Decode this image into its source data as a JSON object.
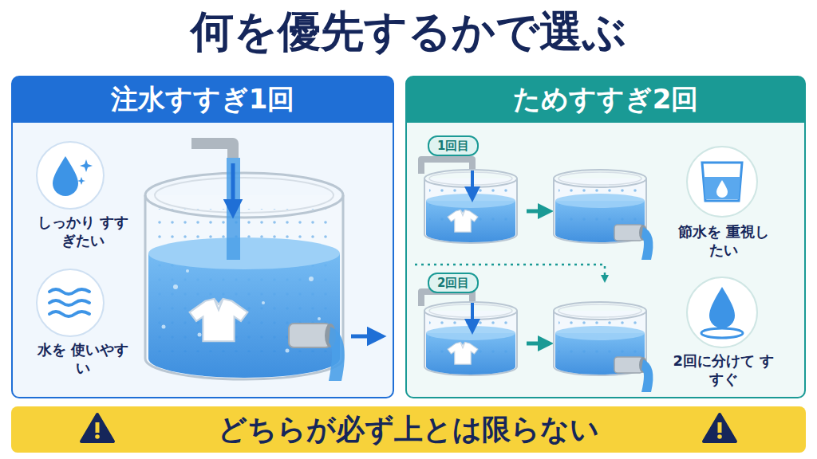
{
  "diagram": {
    "title": "何を優先するかで選ぶ",
    "nodes": [
      {
        "text": [
          "注水すすぎ1回"
        ]
      },
      {
        "text": [
          "しっかり すすぎたい"
        ],
        "in": 0
      },
      {
        "text": [
          "水を 使いやすい"
        ],
        "in": 0
      },
      {
        "text": [
          "ためすすぎ2回"
        ]
      },
      {
        "text": [
          "1回目"
        ],
        "in": 3
      },
      {
        "text": [
          "2回目"
        ],
        "in": 3
      },
      {
        "text": [
          "節水を 重視したい"
        ],
        "in": 3
      },
      {
        "text": [
          "2回に分けて すすぐ"
        ],
        "in": 3
      },
      {
        "text": [
          "どちらが必ず上とは限らない"
        ]
      }
    ]
  }
}
